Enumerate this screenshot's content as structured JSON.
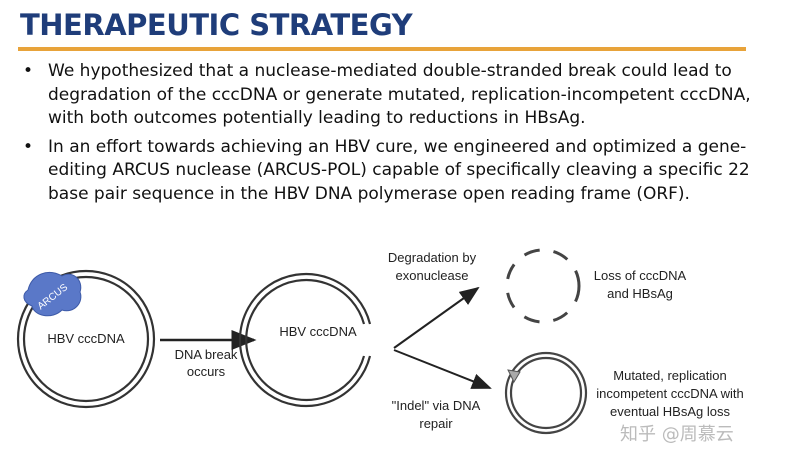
{
  "header": {
    "title": "THERAPEUTIC STRATEGY"
  },
  "bullets": [
    "We hypothesized that a nuclease-mediated double-stranded break could lead to degradation of the cccDNA or generate mutated, replication-incompetent cccDNA, with both outcomes potentially leading to reductions in HBsAg.",
    "In an effort towards achieving an HBV cure, we engineered and optimized a gene-editing ARCUS  nuclease (ARCUS-POL) capable of specifically cleaving a specific 22 base pair sequence in the HBV DNA polymerase open reading frame (ORF)."
  ],
  "diagram": {
    "arcus_label": "ARCUS",
    "hbv_left": "HBV cccDNA",
    "break_line1": "DNA break",
    "break_line2": "occurs",
    "hbv_mid": "HBV cccDNA",
    "degradation_line1": "Degradation by",
    "degradation_line2": "exonuclease",
    "indel_line1": "\"Indel\" via DNA",
    "indel_line2": "repair",
    "loss_line1": "Loss of cccDNA",
    "loss_line2": "and HBsAg",
    "mutated_line1": "Mutated, replication",
    "mutated_line2": "incompetent cccDNA with",
    "mutated_line3": "eventual HBsAg loss",
    "colors": {
      "arcus_blob": "#5a78c8",
      "circle": "#333333"
    }
  },
  "watermark": "知乎 @周慕云"
}
